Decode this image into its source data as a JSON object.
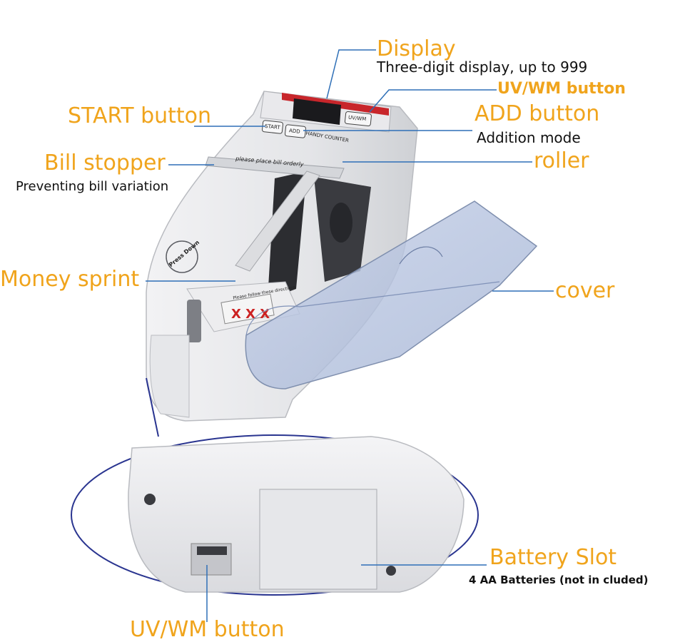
{
  "colors": {
    "label": "#f0a41c",
    "leader": "#2e6fb7",
    "ellipse": "#2a3590",
    "text": "#111111"
  },
  "labels": {
    "display": {
      "title": "Display",
      "desc": "Three-digit display, up to 999"
    },
    "uvwm_top": {
      "title": "UV/WM button"
    },
    "start": {
      "title": "START button"
    },
    "add": {
      "title": "ADD button",
      "desc": "Addition mode"
    },
    "bill_stopper": {
      "title": "Bill stopper",
      "desc": "Preventing bill variation"
    },
    "roller": {
      "title": "roller"
    },
    "money_sprint": {
      "title": "Money sprint"
    },
    "cover": {
      "title": "cover"
    },
    "battery": {
      "title": "Battery Slot",
      "desc": "4 AA Batteries (not in cluded)"
    },
    "uvwm_bottom": {
      "title": "UV/WM button"
    }
  },
  "device_text": {
    "start_key": "START",
    "add_key": "ADD",
    "uvwm_key": "UV/WM",
    "brand": "HANDY COUNTER",
    "stopper_note": "please place bill orderly",
    "press_down": "Press Down",
    "direction_note": "Please follow these directions"
  }
}
